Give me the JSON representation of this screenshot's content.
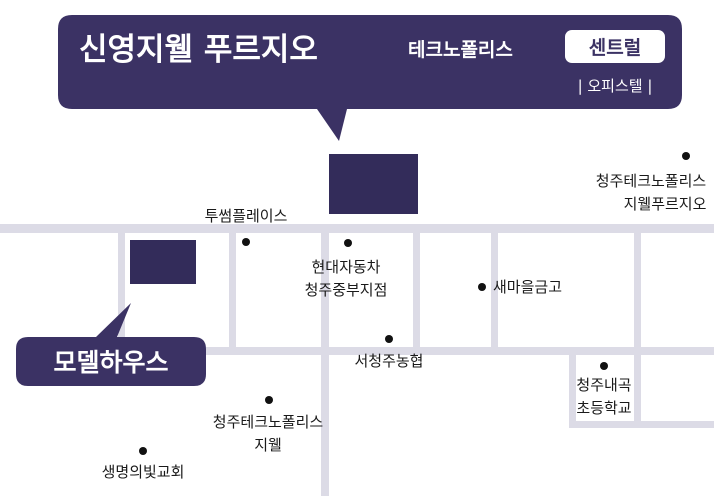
{
  "complex_callout": {
    "name": "신영지웰 푸르지오",
    "subtitle": "테크노폴리스",
    "badge": "센트럴",
    "type": "| 오피스텔 |"
  },
  "model_house_callout": {
    "label": "모델하우스"
  },
  "pois": [
    {
      "id": "tuscum-place",
      "lines": [
        "투썸플레이스"
      ]
    },
    {
      "id": "hyundai-motor",
      "lines": [
        "현대자동차",
        "청주중부지점"
      ]
    },
    {
      "id": "saemaeul-bank",
      "lines": [
        "새마을금고"
      ]
    },
    {
      "id": "seocheongju-nonghyup",
      "lines": [
        "서청주농협"
      ]
    },
    {
      "id": "cheongju-techno-jiwell-prugio",
      "lines": [
        "청주테크노폴리스",
        "지웰푸르지오"
      ]
    },
    {
      "id": "cheongju-naegok-school",
      "lines": [
        "청주내곡",
        "초등학교"
      ]
    },
    {
      "id": "cheongju-techno-jiwell",
      "lines": [
        "청주테크노폴리스",
        "지웰"
      ]
    },
    {
      "id": "saengmyeong-church",
      "lines": [
        "생명의빛교회"
      ]
    }
  ],
  "colors": {
    "callout": "#3b3264",
    "building_block": "#332c5a",
    "road": "#dcdbe6"
  }
}
